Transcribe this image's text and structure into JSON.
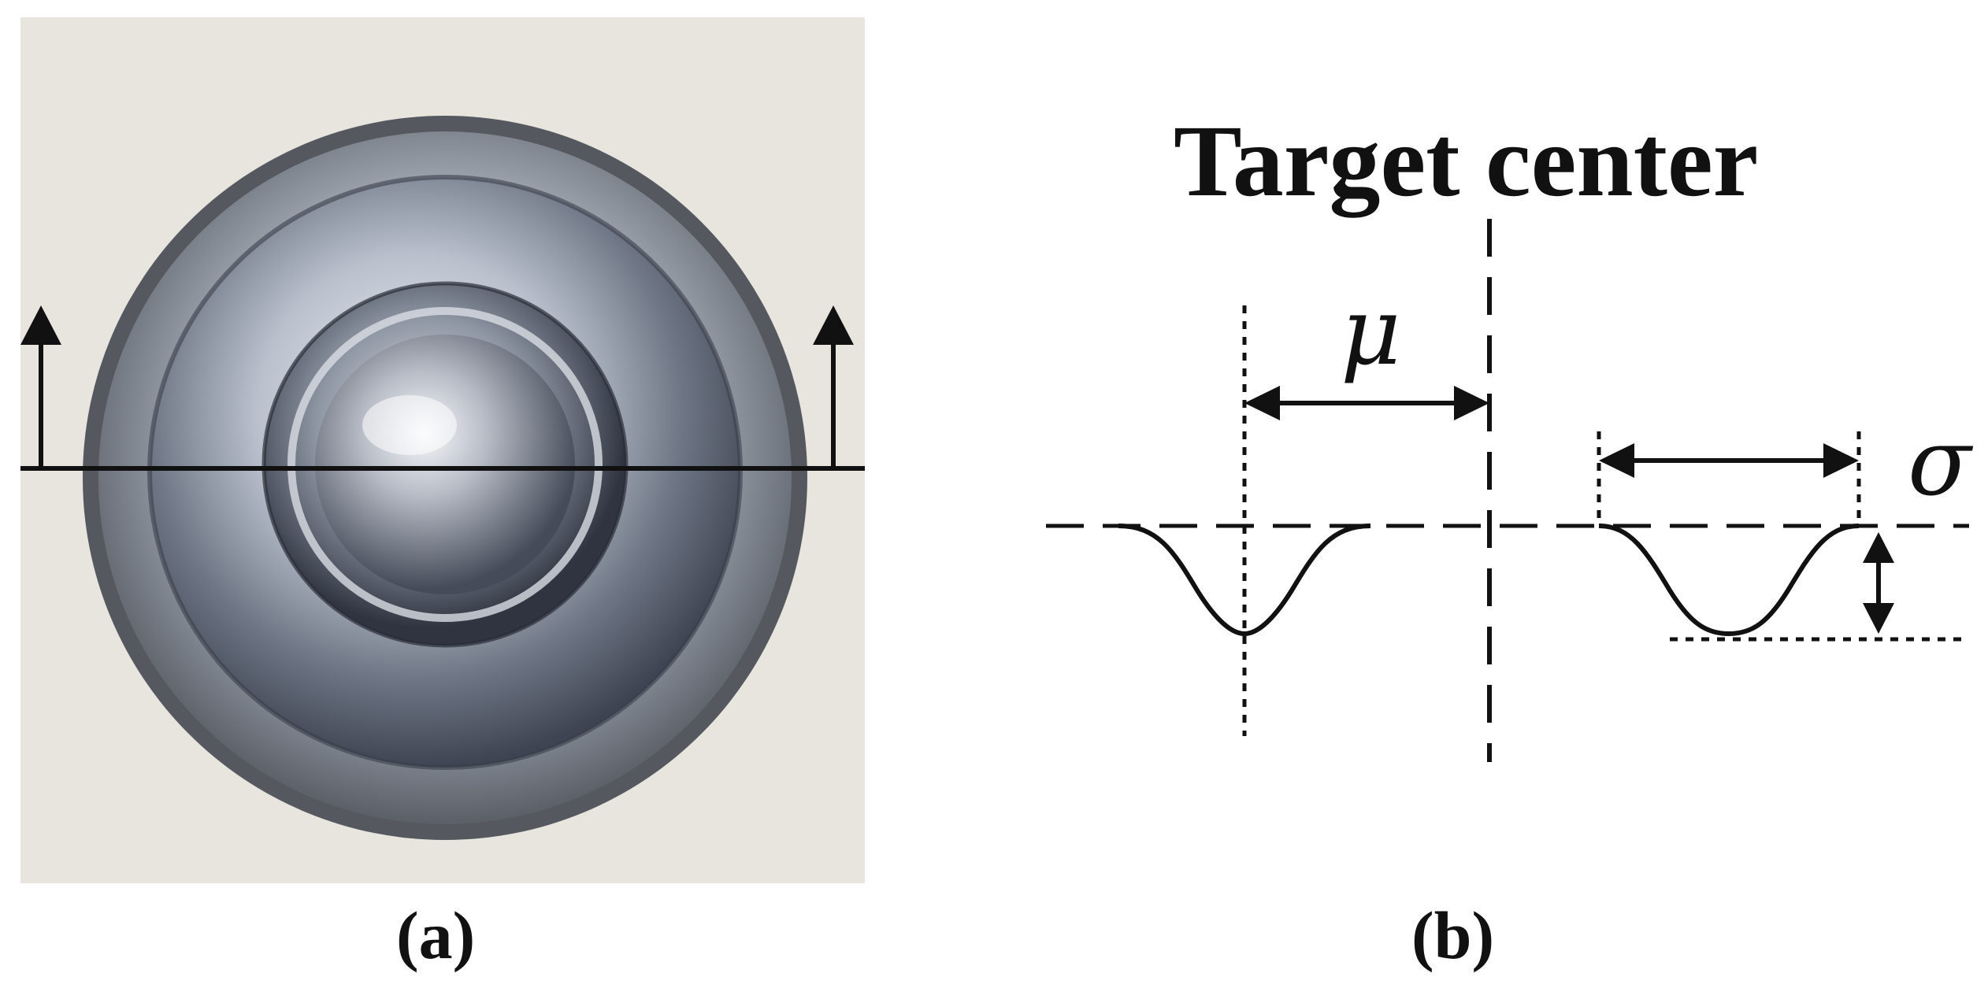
{
  "panel_a": {
    "caption": "(a)",
    "description_icon": "photo-of-circular-target-sample"
  },
  "panel_b": {
    "caption": "(b)",
    "title": "Target center",
    "mu_symbol": "μ",
    "sigma_symbol": "σ"
  },
  "colors": {
    "background": "#ffffff",
    "ink": "#111111",
    "photo_background": "#e8e5df",
    "metal_light": "#c9ced8",
    "metal_dark": "#4a5060"
  }
}
